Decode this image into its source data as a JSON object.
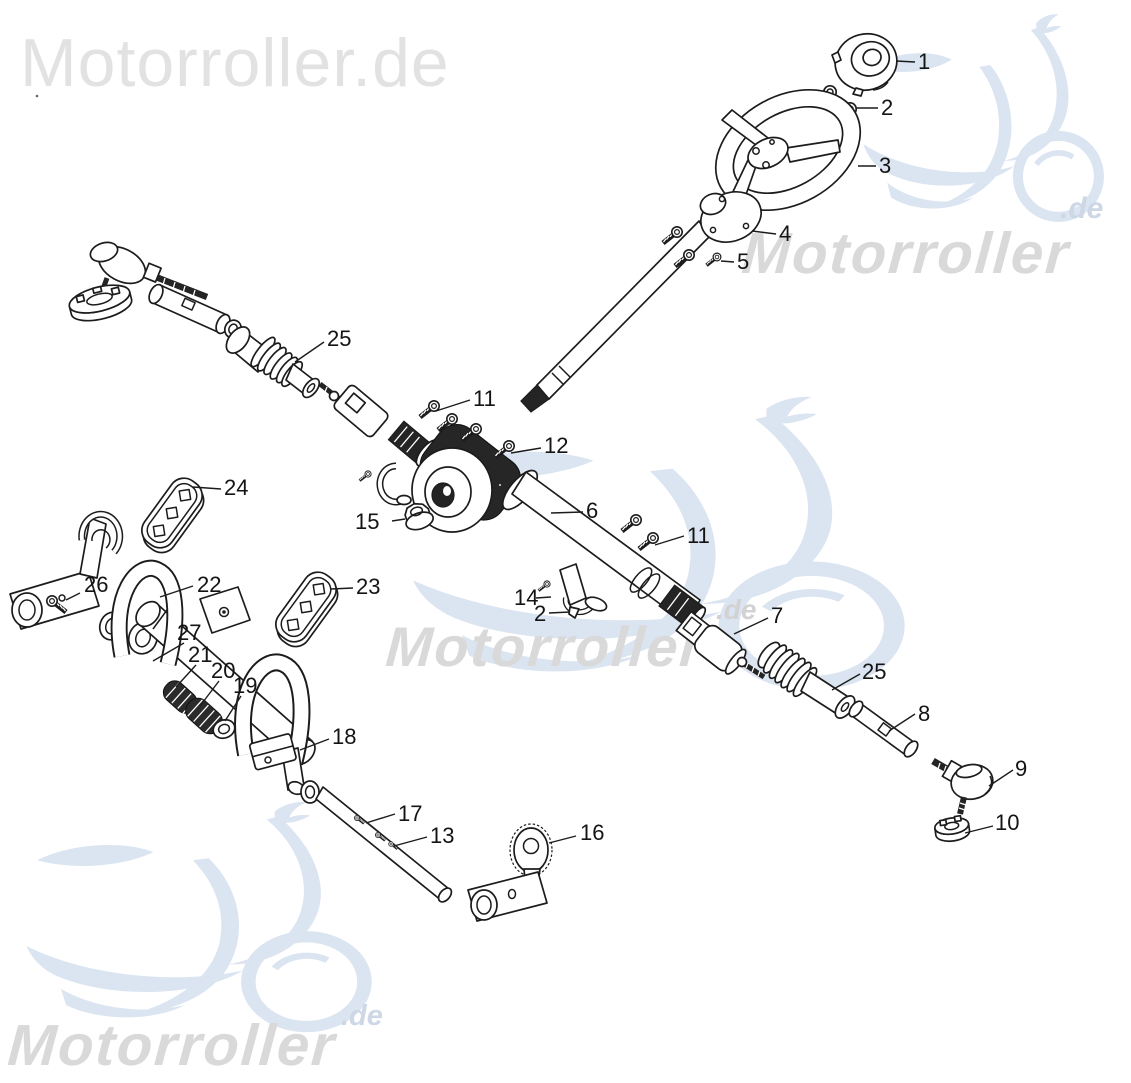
{
  "watermark": {
    "brand_full": "Motorroller.de",
    "brand": "Motorroller",
    "domain_suffix": ".de",
    "text_color": "#d9d9d9",
    "logo_color": "#dbe4f1"
  },
  "diagram": {
    "description_visible_numbers": "exploded steering assembly with numbered callouts",
    "line_color": "#1c1c1c"
  },
  "callouts": [
    {
      "num": "1"
    },
    {
      "num": "2"
    },
    {
      "num": "3"
    },
    {
      "num": "4"
    },
    {
      "num": "5"
    },
    {
      "num": "25"
    },
    {
      "num": "11"
    },
    {
      "num": "12"
    },
    {
      "num": "24"
    },
    {
      "num": "6"
    },
    {
      "num": "15"
    },
    {
      "num": "11"
    },
    {
      "num": "26"
    },
    {
      "num": "22"
    },
    {
      "num": "23"
    },
    {
      "num": "14"
    },
    {
      "num": "2"
    },
    {
      "num": "7"
    },
    {
      "num": "27"
    },
    {
      "num": "21"
    },
    {
      "num": "20"
    },
    {
      "num": "25"
    },
    {
      "num": "19"
    },
    {
      "num": "8"
    },
    {
      "num": "18"
    },
    {
      "num": "9"
    },
    {
      "num": "17"
    },
    {
      "num": "13"
    },
    {
      "num": "16"
    },
    {
      "num": "10"
    }
  ]
}
